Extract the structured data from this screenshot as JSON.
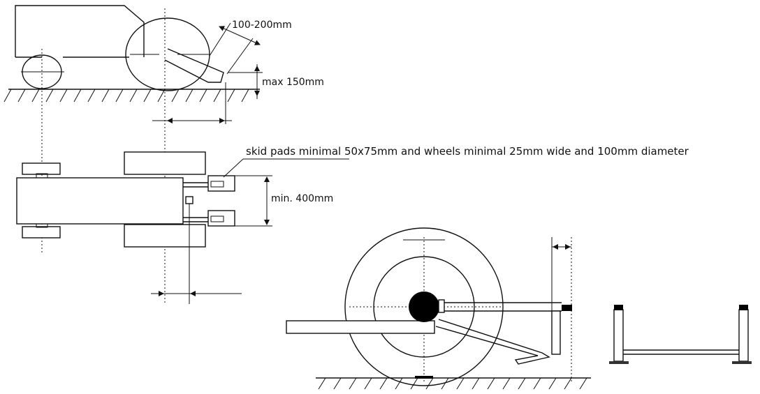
{
  "labels": {
    "skid_pad_gap": "100-200mm",
    "max_height": "max 150mm",
    "skid_pads_note": "skid pads minimal 50x75mm and wheels minimal 25mm wide and 100mm diameter",
    "min_width": "min. 400mm"
  },
  "colors": {
    "line": "#111111",
    "background": "#ffffff",
    "fill_dark": "#000000"
  }
}
